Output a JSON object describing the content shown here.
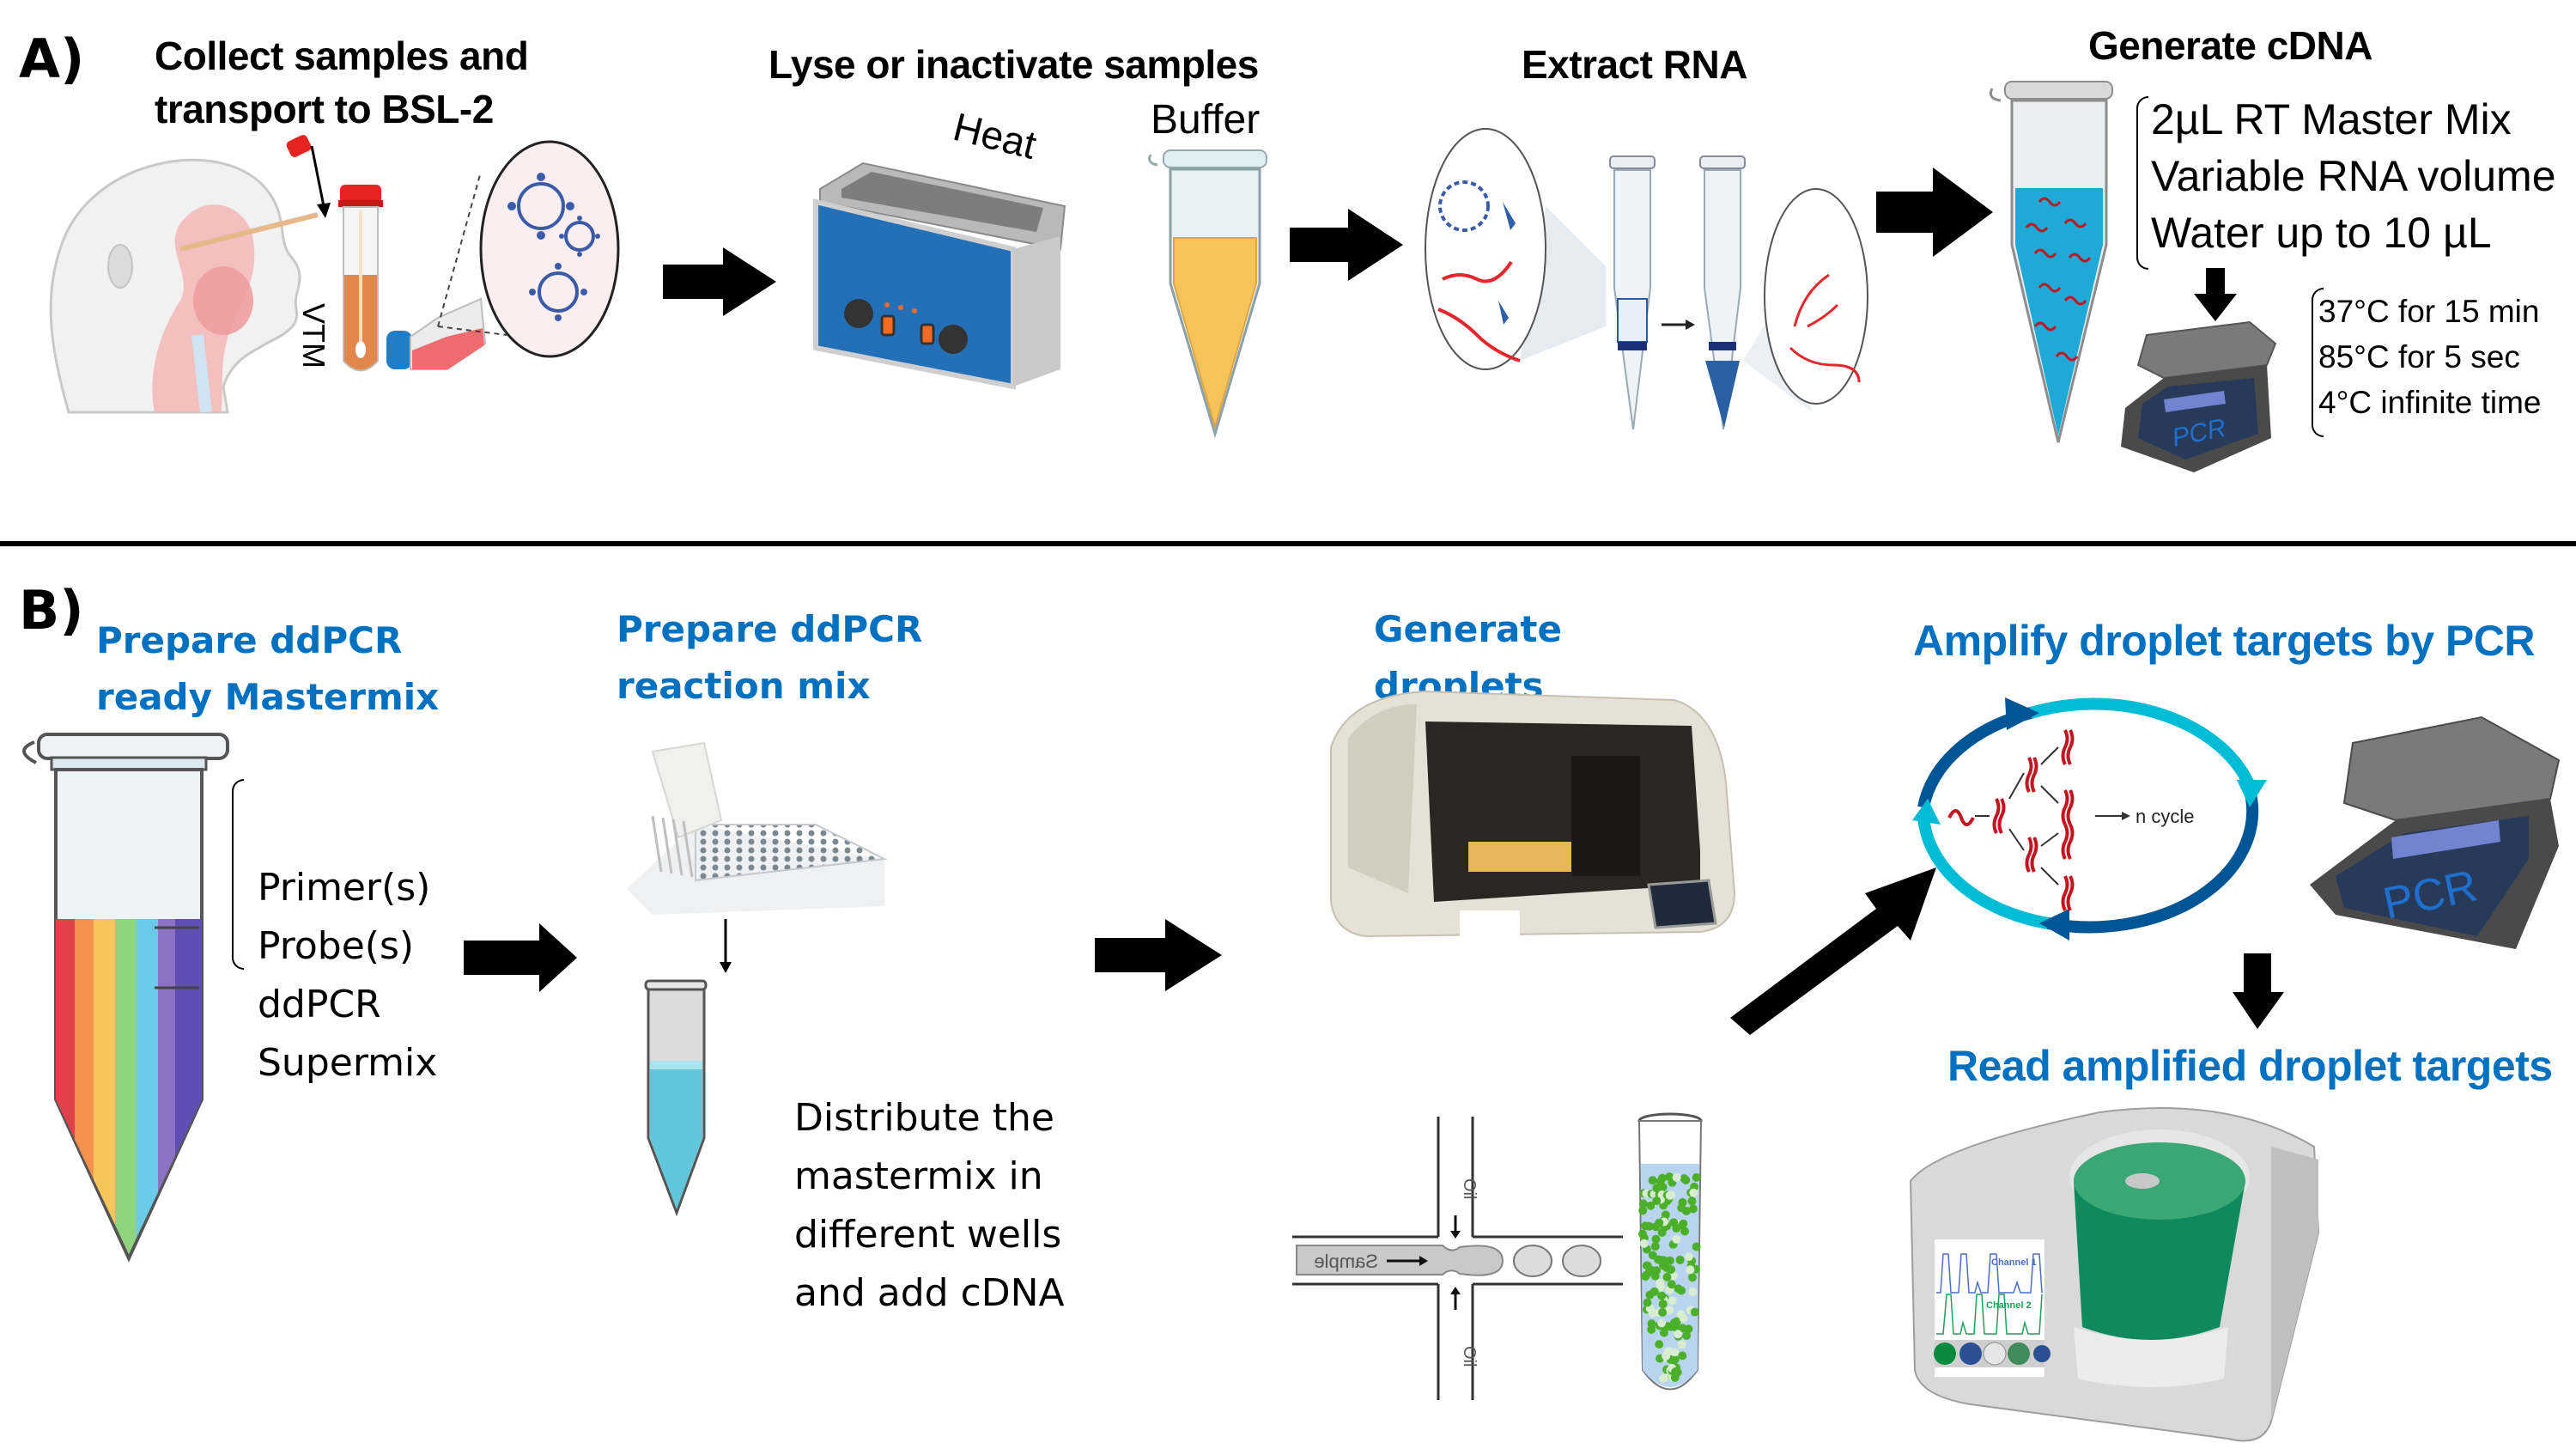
{
  "panel_a": {
    "label": "A)",
    "steps": [
      {
        "title_lines": [
          "Collect samples and",
          "transport to BSL-2"
        ],
        "annotations": {
          "tube_label": "VTM"
        },
        "icons": [
          "person-head-swab-icon",
          "swab-tube-icon",
          "culture-flask-icon",
          "virus-magnified-icon"
        ]
      },
      {
        "title_lines": [
          "Lyse or inactivate samples"
        ],
        "annotations": {
          "heat_label": "Heat",
          "buffer_label": "Buffer"
        },
        "icons": [
          "water-bath-icon",
          "buffer-tube-icon"
        ]
      },
      {
        "title_lines": [
          "Extract RNA"
        ],
        "icons": [
          "lysate-magnified-icon",
          "spin-column-icon",
          "eluate-tube-icon",
          "rna-magnified-icon"
        ]
      },
      {
        "title_lines": [
          "Generate cDNA"
        ],
        "mix_lines": [
          "2µL RT Master Mix",
          "Variable RNA volume",
          "Water up to 10 µL"
        ],
        "thermal_program": [
          "37°C for 15 min",
          "85°C for 5 sec",
          "4°C infinite time"
        ],
        "pcr_label": "PCR",
        "icons": [
          "cdna-tube-icon",
          "thermocycler-icon"
        ]
      }
    ]
  },
  "panel_b": {
    "label": "B)",
    "accent_color": "#0070C0",
    "steps": [
      {
        "title_lines": [
          "Prepare ddPCR",
          "ready Mastermix"
        ],
        "components": [
          "Primer(s)",
          "Probe(s)",
          "ddPCR",
          "Supermix"
        ],
        "icons": [
          "rainbow-mastermix-tube-icon"
        ]
      },
      {
        "title_lines": [
          "Prepare ddPCR",
          "reaction mix"
        ],
        "description_lines": [
          "Distribute the",
          "mastermix in",
          "different wells",
          "and add cDNA"
        ],
        "icons": [
          "multichannel-pipette-plate-icon",
          "reaction-tube-icon"
        ]
      },
      {
        "title_lines": [
          "Generate",
          "droplets"
        ],
        "channel_labels": {
          "sample": "Sample",
          "oil_top": "Oil",
          "oil_bottom": "Oil"
        },
        "icons": [
          "droplet-generator-icon",
          "microfluidic-junction-icon",
          "droplet-tube-icon"
        ]
      },
      {
        "title_lines": [
          "Amplify droplet targets by PCR"
        ],
        "cycle_label": "n cycle",
        "pcr_label": "PCR",
        "icons": [
          "pcr-cycle-icon",
          "thermocycler-icon"
        ]
      },
      {
        "title_lines": [
          "Read amplified droplet targets"
        ],
        "chart_labels": [
          "Channel 1",
          "Channel 2"
        ],
        "icons": [
          "droplet-reader-icon"
        ]
      }
    ]
  },
  "colors": {
    "accent_blue": "#0070C0",
    "rna_red": "#E8252B",
    "virus_blue": "#3B5BA9",
    "bath_blue": "#2370B8",
    "buffer_amber": "#F6C35A",
    "cdna_cyan": "#1FA9D6",
    "reader_green": "#0E8A5E",
    "pcr_dark": "#4A4A4A",
    "cycle_dark_blue": "#005596",
    "cycle_light_blue": "#00BCD4"
  }
}
